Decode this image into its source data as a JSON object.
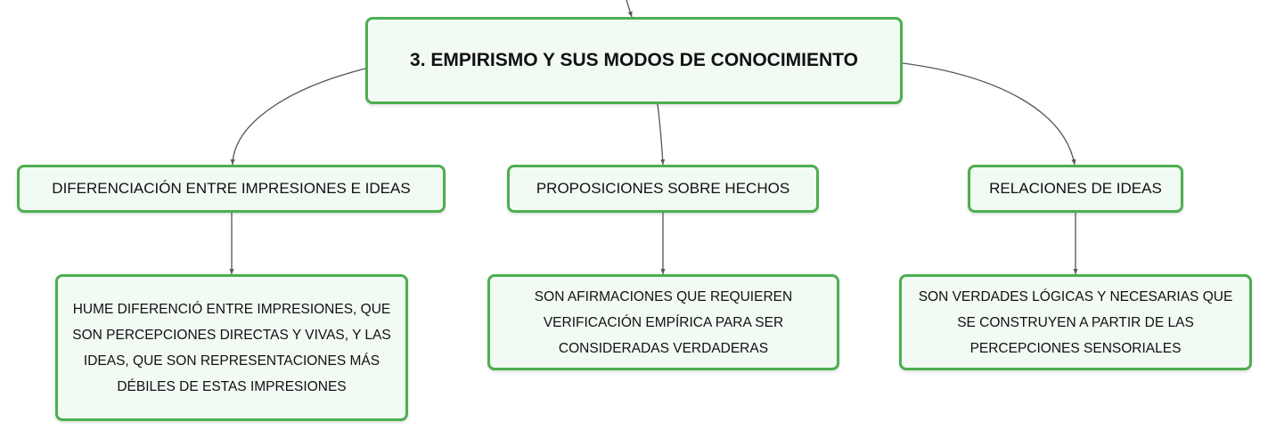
{
  "colors": {
    "node_border": "#4caf50",
    "node_fill": "#f2faf4",
    "connector": "#555555",
    "text": "#111111"
  },
  "root": {
    "label": "3. EMPIRISMO Y SUS MODOS DE CONOCIMIENTO"
  },
  "branches": [
    {
      "label": "DIFERENCIACIÓN ENTRE IMPRESIONES E IDEAS",
      "detail": "HUME DIFERENCIÓ ENTRE IMPRESIONES, QUE SON PERCEPCIONES DIRECTAS Y VIVAS, Y LAS IDEAS, QUE SON REPRESENTACIONES MÁS DÉBILES DE ESTAS IMPRESIONES"
    },
    {
      "label": "PROPOSICIONES SOBRE HECHOS",
      "detail": "SON AFIRMACIONES QUE REQUIEREN VERIFICACIÓN EMPÍRICA PARA SER CONSIDERADAS VERDADERAS"
    },
    {
      "label": "RELACIONES DE IDEAS",
      "detail": "SON VERDADES LÓGICAS Y NECESARIAS QUE SE CONSTRUYEN A PARTIR DE LAS PERCEPCIONES SENSORIALES"
    }
  ]
}
